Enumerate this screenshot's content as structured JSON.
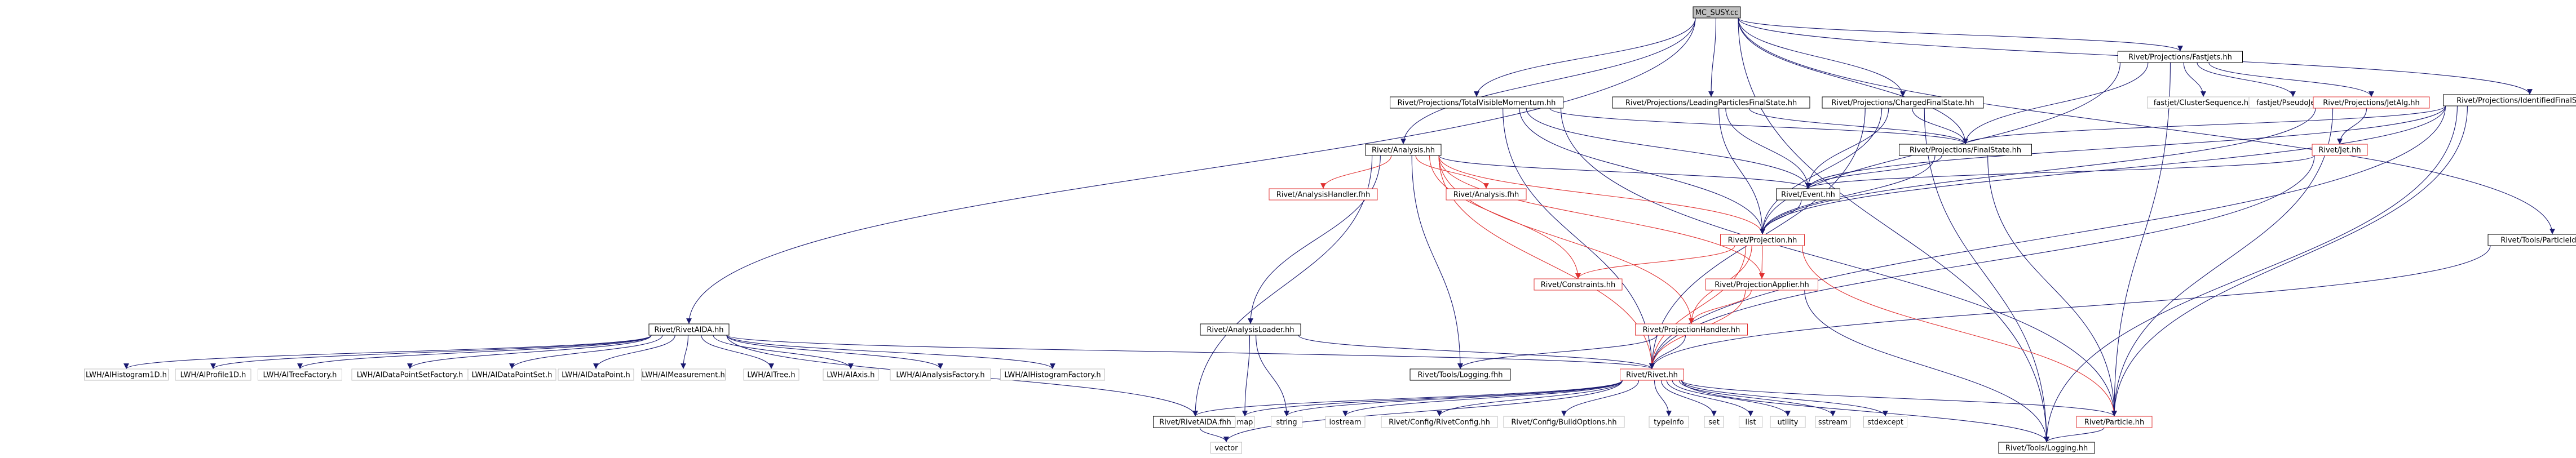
{
  "graph": {
    "title": "",
    "nodes": [
      {
        "id": "root",
        "label": "MC_SUSY.cc",
        "style": "root"
      },
      {
        "id": "fastjets",
        "label": "Rivet/Projections/FastJets.hh",
        "style": "normal"
      },
      {
        "id": "tvm",
        "label": "Rivet/Projections/TotalVisibleMomentum.hh",
        "style": "normal"
      },
      {
        "id": "lpfs",
        "label": "Rivet/Projections/LeadingParticlesFinalState.hh",
        "style": "normal"
      },
      {
        "id": "cfs",
        "label": "Rivet/Projections/ChargedFinalState.hh",
        "style": "normal"
      },
      {
        "id": "ifs",
        "label": "Rivet/Projections/IdentifiedFinalState.hh",
        "style": "normal"
      },
      {
        "id": "clusterseq",
        "label": "fastjet/ClusterSequence.hh",
        "style": "grey"
      },
      {
        "id": "pseudojet",
        "label": "fastjet/PseudoJet.hh",
        "style": "grey"
      },
      {
        "id": "jetalg",
        "label": "Rivet/Projections/JetAlg.hh",
        "style": "red"
      },
      {
        "id": "analysis",
        "label": "Rivet/Analysis.hh",
        "style": "normal"
      },
      {
        "id": "finalstate",
        "label": "Rivet/Projections/FinalState.hh",
        "style": "normal"
      },
      {
        "id": "jet",
        "label": "Rivet/Jet.hh",
        "style": "red"
      },
      {
        "id": "analysishandler",
        "label": "Rivet/AnalysisHandler.fhh",
        "style": "red"
      },
      {
        "id": "analysisfhh",
        "label": "Rivet/Analysis.fhh",
        "style": "red"
      },
      {
        "id": "event",
        "label": "Rivet/Event.hh",
        "style": "normal"
      },
      {
        "id": "projection",
        "label": "Rivet/Projection.hh",
        "style": "red"
      },
      {
        "id": "constraints",
        "label": "Rivet/Constraints.hh",
        "style": "red"
      },
      {
        "id": "projapplier",
        "label": "Rivet/ProjectionApplier.hh",
        "style": "red"
      },
      {
        "id": "projhandler",
        "label": "Rivet/ProjectionHandler.hh",
        "style": "red"
      },
      {
        "id": "particleutils",
        "label": "Rivet/Tools/ParticleIdUtils.hh",
        "style": "normal"
      },
      {
        "id": "rivetaida",
        "label": "Rivet/RivetAIDA.hh",
        "style": "normal"
      },
      {
        "id": "analysisloader",
        "label": "Rivet/AnalysisLoader.hh",
        "style": "normal"
      },
      {
        "id": "loggingfhh",
        "label": "Rivet/Tools/Logging.fhh",
        "style": "normal"
      },
      {
        "id": "rivet",
        "label": "Rivet/Rivet.hh",
        "style": "red"
      },
      {
        "id": "ih1d",
        "label": "LWH/AIHistogram1D.h",
        "style": "grey"
      },
      {
        "id": "iprofile1d",
        "label": "LWH/AIProfile1D.h",
        "style": "grey"
      },
      {
        "id": "itreefactory",
        "label": "LWH/AITreeFactory.h",
        "style": "grey"
      },
      {
        "id": "idpsfactory",
        "label": "LWH/AIDataPointSetFactory.h",
        "style": "grey"
      },
      {
        "id": "idps",
        "label": "LWH/AIDataPointSet.h",
        "style": "grey"
      },
      {
        "id": "idp",
        "label": "LWH/AIDataPoint.h",
        "style": "grey"
      },
      {
        "id": "imeasurement",
        "label": "LWH/AIMeasurement.h",
        "style": "grey"
      },
      {
        "id": "itree",
        "label": "LWH/AITree.h",
        "style": "grey"
      },
      {
        "id": "iaxis",
        "label": "LWH/AIAxis.h",
        "style": "grey"
      },
      {
        "id": "ianalysisfactory",
        "label": "LWH/AIAnalysisFactory.h",
        "style": "grey"
      },
      {
        "id": "ihistfactory",
        "label": "LWH/AIHistogramFactory.h",
        "style": "grey"
      },
      {
        "id": "rivetaidafhh",
        "label": "Rivet/RivetAIDA.fhh",
        "style": "normal"
      },
      {
        "id": "map",
        "label": "map",
        "style": "grey"
      },
      {
        "id": "string",
        "label": "string",
        "style": "grey"
      },
      {
        "id": "iostream",
        "label": "iostream",
        "style": "grey"
      },
      {
        "id": "rivetconfig",
        "label": "Rivet/Config/RivetConfig.hh",
        "style": "grey"
      },
      {
        "id": "buildoptions",
        "label": "Rivet/Config/BuildOptions.hh",
        "style": "grey"
      },
      {
        "id": "typeinfo",
        "label": "typeinfo",
        "style": "grey"
      },
      {
        "id": "set",
        "label": "set",
        "style": "grey"
      },
      {
        "id": "list",
        "label": "list",
        "style": "grey"
      },
      {
        "id": "utility",
        "label": "utility",
        "style": "grey"
      },
      {
        "id": "sstream",
        "label": "sstream",
        "style": "grey"
      },
      {
        "id": "stdexcept",
        "label": "stdexcept",
        "style": "grey"
      },
      {
        "id": "particle",
        "label": "Rivet/Particle.hh",
        "style": "red"
      },
      {
        "id": "vector",
        "label": "vector",
        "style": "grey"
      },
      {
        "id": "logginghh",
        "label": "Rivet/Tools/Logging.hh",
        "style": "normal"
      }
    ],
    "edges": [
      [
        "root",
        "fastjets"
      ],
      [
        "root",
        "tvm"
      ],
      [
        "root",
        "lpfs"
      ],
      [
        "root",
        "cfs"
      ],
      [
        "root",
        "ifs"
      ],
      [
        "root",
        "analysis"
      ],
      [
        "root",
        "rivetaida"
      ],
      [
        "root",
        "finalstate"
      ],
      [
        "root",
        "particleutils"
      ],
      [
        "root",
        "logginghh"
      ],
      [
        "fastjets",
        "clusterseq"
      ],
      [
        "fastjets",
        "pseudojet"
      ],
      [
        "fastjets",
        "jetalg"
      ],
      [
        "fastjets",
        "finalstate"
      ],
      [
        "fastjets",
        "particle"
      ],
      [
        "fastjets",
        "projection"
      ],
      [
        "jetalg",
        "jet"
      ],
      [
        "jetalg",
        "projection"
      ],
      [
        "jetalg",
        "particle"
      ],
      [
        "jet",
        "event"
      ],
      [
        "jet",
        "rivet"
      ],
      [
        "tvm",
        "finalstate"
      ],
      [
        "tvm",
        "event"
      ],
      [
        "tvm",
        "projection"
      ],
      [
        "tvm",
        "rivet"
      ],
      [
        "tvm",
        "particle"
      ],
      [
        "lpfs",
        "finalstate"
      ],
      [
        "lpfs",
        "event"
      ],
      [
        "lpfs",
        "projection"
      ],
      [
        "cfs",
        "finalstate"
      ],
      [
        "cfs",
        "event"
      ],
      [
        "cfs",
        "projection"
      ],
      [
        "cfs",
        "rivet"
      ],
      [
        "cfs",
        "logginghh"
      ],
      [
        "ifs",
        "finalstate"
      ],
      [
        "ifs",
        "event"
      ],
      [
        "ifs",
        "projection"
      ],
      [
        "ifs",
        "rivet"
      ],
      [
        "ifs",
        "particle"
      ],
      [
        "ifs",
        "logginghh"
      ],
      [
        "finalstate",
        "projection"
      ],
      [
        "finalstate",
        "particle"
      ],
      [
        "finalstate",
        "event"
      ],
      [
        "analysis",
        "analysishandler"
      ],
      [
        "analysis",
        "analysisfhh"
      ],
      [
        "analysis",
        "event"
      ],
      [
        "analysis",
        "projection"
      ],
      [
        "analysis",
        "constraints"
      ],
      [
        "analysis",
        "projapplier"
      ],
      [
        "analysis",
        "projhandler"
      ],
      [
        "analysis",
        "analysisloader"
      ],
      [
        "analysis",
        "loggingfhh"
      ],
      [
        "analysis",
        "rivet"
      ],
      [
        "analysis",
        "rivetaidafhh"
      ],
      [
        "event",
        "projection"
      ],
      [
        "projection",
        "constraints"
      ],
      [
        "projection",
        "projapplier"
      ],
      [
        "projection",
        "projhandler"
      ],
      [
        "projection",
        "rivet"
      ],
      [
        "projection",
        "particle"
      ],
      [
        "projapplier",
        "projhandler"
      ],
      [
        "projapplier",
        "rivet"
      ],
      [
        "projapplier",
        "logginghh"
      ],
      [
        "projhandler",
        "rivet"
      ],
      [
        "projhandler",
        "loggingfhh"
      ],
      [
        "particleutils",
        "rivet"
      ],
      [
        "rivetaida",
        "ih1d"
      ],
      [
        "rivetaida",
        "iprofile1d"
      ],
      [
        "rivetaida",
        "itreefactory"
      ],
      [
        "rivetaida",
        "idpsfactory"
      ],
      [
        "rivetaida",
        "idps"
      ],
      [
        "rivetaida",
        "idp"
      ],
      [
        "rivetaida",
        "imeasurement"
      ],
      [
        "rivetaida",
        "itree"
      ],
      [
        "rivetaida",
        "iaxis"
      ],
      [
        "rivetaida",
        "ianalysisfactory"
      ],
      [
        "rivetaida",
        "ihistfactory"
      ],
      [
        "rivetaida",
        "rivet"
      ],
      [
        "rivetaida",
        "rivetaidafhh"
      ],
      [
        "analysisloader",
        "rivet"
      ],
      [
        "analysisloader",
        "map"
      ],
      [
        "analysisloader",
        "string"
      ],
      [
        "rivet",
        "rivetaidafhh"
      ],
      [
        "rivet",
        "map"
      ],
      [
        "rivet",
        "string"
      ],
      [
        "rivet",
        "iostream"
      ],
      [
        "rivet",
        "rivetconfig"
      ],
      [
        "rivet",
        "buildoptions"
      ],
      [
        "rivet",
        "typeinfo"
      ],
      [
        "rivet",
        "set"
      ],
      [
        "rivet",
        "list"
      ],
      [
        "rivet",
        "utility"
      ],
      [
        "rivet",
        "sstream"
      ],
      [
        "rivet",
        "stdexcept"
      ],
      [
        "rivet",
        "particle"
      ],
      [
        "rivet",
        "vector"
      ],
      [
        "rivet",
        "logginghh"
      ],
      [
        "rivetaidafhh",
        "vector"
      ],
      [
        "particle",
        "logginghh"
      ]
    ]
  }
}
